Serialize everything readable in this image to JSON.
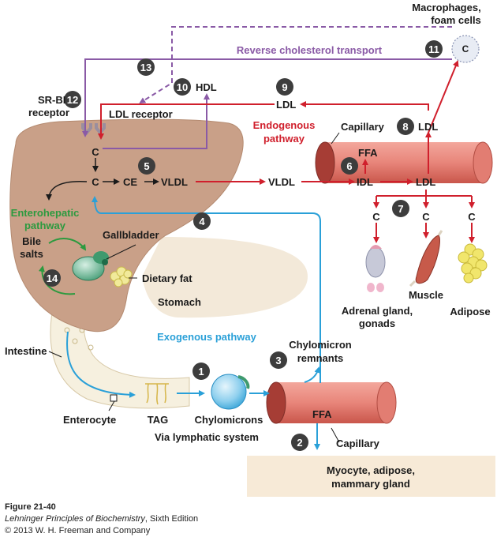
{
  "colors": {
    "purple": "#8a5aa6",
    "red": "#d01f2c",
    "blue": "#2aa0d8",
    "green": "#2c9a3f",
    "liver": "#c9a088",
    "capillary": "#e8857a",
    "step_circle": "#3d3d3d"
  },
  "labels": {
    "macrophages": "Macrophages,",
    "foam_cells": "foam cells",
    "reverse_transport": "Reverse cholesterol transport",
    "hdl": "HDL",
    "ldl_top": "LDL",
    "sr_bi": "SR-BI",
    "receptor": "receptor",
    "ldl_receptor": "LDL receptor",
    "endogenous_1": "Endogenous",
    "endogenous_2": "pathway",
    "capillary_top": "Capillary",
    "ldl_cap": "LDL",
    "ffa_top": "FFA",
    "c_upper": "C",
    "c_lower": "C",
    "ce": "CE",
    "vldl_liver": "VLDL",
    "vldl_mid": "VLDL",
    "idl": "IDL",
    "ldl_right": "LDL",
    "c_adrenal": "C",
    "c_muscle": "C",
    "c_adipose": "C",
    "c_macro": "C",
    "enterohepatic_1": "Enterohepatic",
    "enterohepatic_2": "pathway",
    "bile_1": "Bile",
    "bile_2": "salts",
    "gallbladder": "Gallbladder",
    "dietary_fat": "Dietary fat",
    "stomach": "Stomach",
    "adrenal_1": "Adrenal gland,",
    "adrenal_2": "gonads",
    "muscle": "Muscle",
    "adipose": "Adipose",
    "exogenous": "Exogenous pathway",
    "intestine": "Intestine",
    "chylo_remnants_1": "Chylomicron",
    "chylo_remnants_2": "remnants",
    "enterocyte": "Enterocyte",
    "tag": "TAG",
    "chylomicrons": "Chylomicrons",
    "lymphatic": "Via lymphatic system",
    "ffa_bottom": "FFA",
    "capillary_bottom": "Capillary",
    "myocyte_1": "Myocyte, adipose,",
    "myocyte_2": "mammary gland"
  },
  "steps": [
    "1",
    "2",
    "3",
    "4",
    "5",
    "6",
    "7",
    "8",
    "9",
    "10",
    "11",
    "12",
    "13",
    "14"
  ],
  "caption": {
    "figure": "Figure 21-40",
    "book": "Lehninger Principles of Biochemistry",
    "edition": ", Sixth Edition",
    "copyright": "© 2013 W. H. Freeman and Company"
  }
}
